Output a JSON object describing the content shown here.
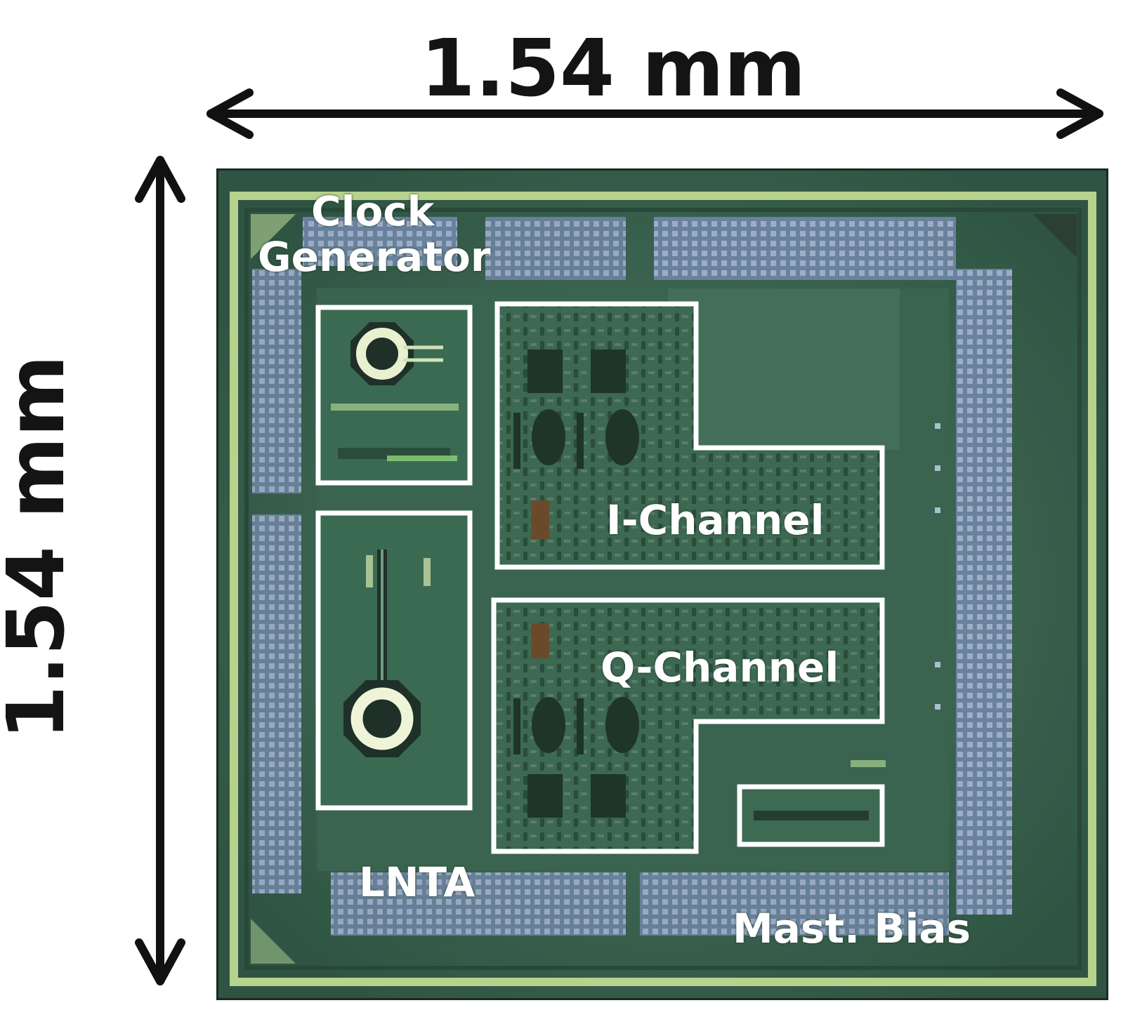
{
  "dimensions": {
    "width_label": "1.54 mm",
    "height_label": "1.54 mm"
  },
  "blocks": {
    "clock_generator": {
      "line1": "Clock",
      "line2": "Generator"
    },
    "i_channel": "I-Channel",
    "q_channel": "Q-Channel",
    "lnta": "LNTA",
    "master_bias": "Mast. Bias"
  },
  "colors": {
    "die_substrate": "#3f6a54",
    "pad_ring": "#7c8dab",
    "outline": "#ffffff",
    "inductor": "#e8f0d0",
    "arrow": "#111111"
  }
}
